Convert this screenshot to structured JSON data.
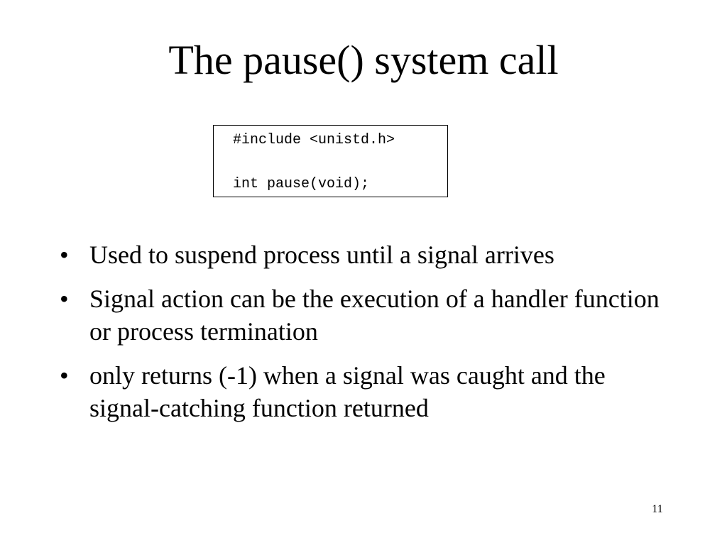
{
  "slide": {
    "title": "The pause() system call",
    "code": {
      "line1": "#include <unistd.h>",
      "line2": "int pause(void);"
    },
    "bullet_symbol": "•",
    "bullets": [
      "Used to suspend process until a signal arrives",
      "Signal action can be the execution of a handler function or process termination",
      "only returns (-1) when a signal was caught and the signal-catching function returned"
    ],
    "page_number": "11"
  }
}
